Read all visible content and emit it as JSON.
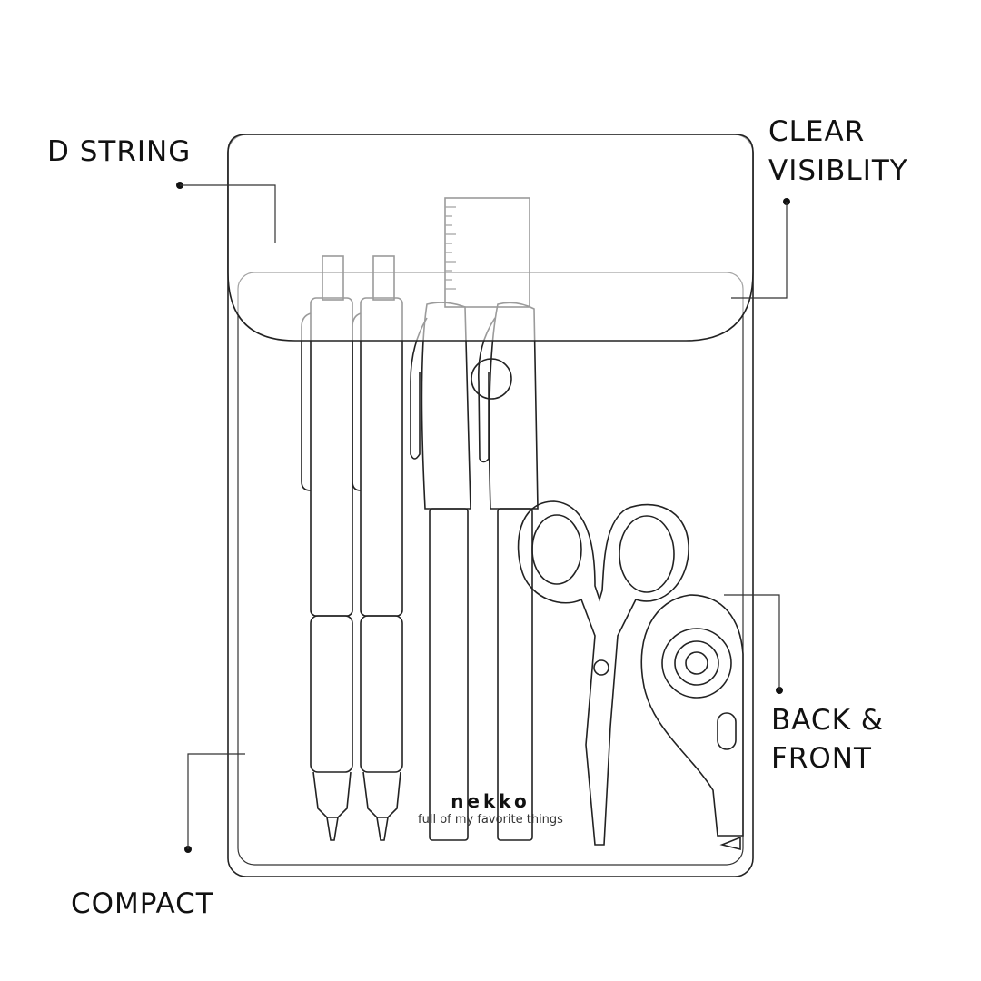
{
  "labels": {
    "d_string": "D STRING",
    "clear_1": "CLEAR",
    "clear_2": "VISIBLITY",
    "back_1": "BACK &",
    "back_2": "FRONT",
    "compact": "COMPACT"
  },
  "brand": {
    "name": "nekko",
    "tagline": "full of my favorite things"
  },
  "colors": {
    "line": "#222222",
    "background": "#ffffff"
  }
}
